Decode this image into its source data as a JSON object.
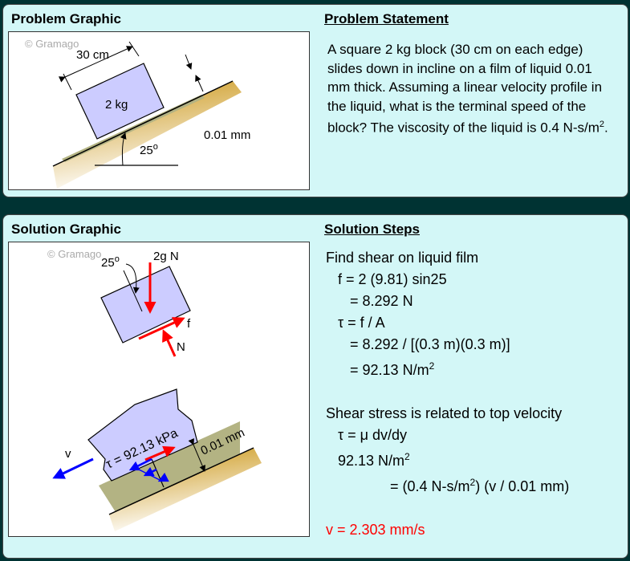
{
  "problem": {
    "graphic_title": "Problem Graphic",
    "statement_title": "Problem Statement",
    "statement": "A square 2 kg block (30 cm on each edge) slides down in incline on a film of liquid 0.01 mm thick. Assuming a linear velocity profile in the liquid, what is the terminal speed of the block? The viscosity of the liquid is 0.4 N-s/m",
    "statement_sup": "2",
    "statement_end": ".",
    "labels": {
      "copyright": "© Gramago",
      "width": "30 cm",
      "mass": "2 kg",
      "film": "0.01 mm",
      "angle": "25",
      "deg": "o"
    }
  },
  "solution": {
    "graphic_title": "Solution Graphic",
    "steps_title": "Solution Steps",
    "labels": {
      "copyright": "© Gramago",
      "angle": "25",
      "deg": "o",
      "weight": "2g N",
      "friction": "f",
      "normal": "N",
      "stress": "τ = 92.13 kPa",
      "film": "0.01 mm",
      "velocity": "v"
    },
    "steps": [
      "Find shear on liquid film",
      "   f = 2 (9.81) sin25",
      "      = 8.292 N",
      "   τ = f / A",
      "      = 8.292 / [(0.3 m)(0.3 m)]",
      "      = 92.13 N/m",
      " ",
      "Shear stress is related to top velocity",
      "   τ = μ dv/dy",
      "   92.13 N/m",
      "                = (0.4 N-s/m",
      "2) (v / 0.01 mm)"
    ],
    "sup": "2",
    "answer": "v = 2.303 mm/s"
  },
  "colors": {
    "panel": "#d3f7f7",
    "block": "#ccccff",
    "film": "#b3b383",
    "force": "#ff0000",
    "velocity": "#0000ff"
  }
}
